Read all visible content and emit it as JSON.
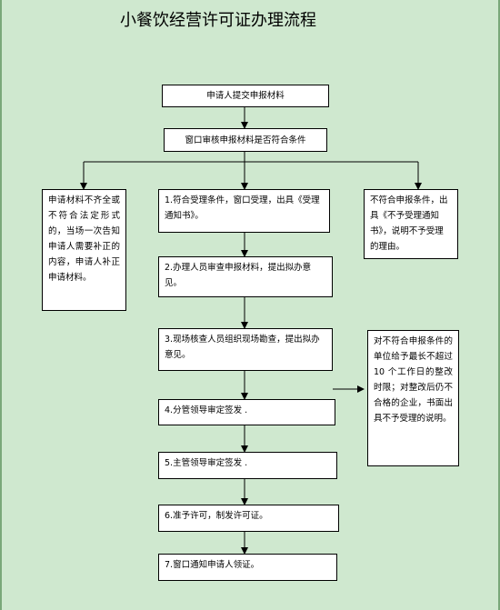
{
  "title": "小餐饮经营许可证办理流程",
  "nodes": {
    "submit": "申请人提交申报材料",
    "review": "窗口审核申报材料是否符合条件",
    "incomplete": "申请材料不齐全或不符合法定形式的，当场一次告知申请人需要补正的内容，申请人补正申请材料。",
    "step1": "1.符合受理条件，窗口受理，出具《受理通知书》。",
    "reject": "不符合申报条件，出具《不予受理通知书》，说明不予受理的理由。",
    "step2": "2.办理人员审查申报材料，提出拟办意见。",
    "step3": "3.现场核查人员组织现场勘查，提出拟办意见。",
    "rectify": "对不符合申报条件的单位给予最长不超过 10 个工作日的整改时限；对整改后仍不合格的企业，书面出具不予受理的说明。",
    "step4": "4.分管领导审定签发 .",
    "step5": "5.主管领导审定签发 .",
    "step6": "6.准予许可，制发许可证。",
    "step7": "7.窗口通知申请人领证。"
  }
}
